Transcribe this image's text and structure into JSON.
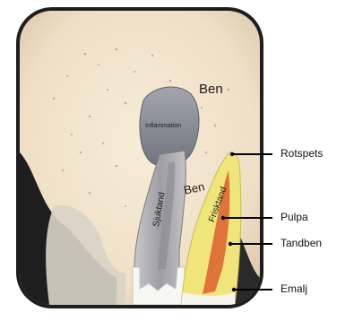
{
  "labels": {
    "ben_top": "Ben",
    "ben_mid": "Ben",
    "inflammation": "Inflammation",
    "sjuktand": "Sjuktand",
    "frisktand": "Frisktand",
    "rotspets": "Rotspets",
    "pulpa": "Pulpa",
    "tandben": "Tandben",
    "emalj": "Emalj"
  },
  "colors": {
    "panel_background": "#f4e6d0",
    "outer_dark": "#1e1e1e",
    "bone_shadow": "#6b6259",
    "inflammation": "#8a8c96",
    "sick_tooth": "#a9a9ab",
    "healthy_tooth": "#efe57a",
    "pulp": "#e0733a",
    "enamel": "#f6f6f2",
    "callout_line": "#000000"
  }
}
